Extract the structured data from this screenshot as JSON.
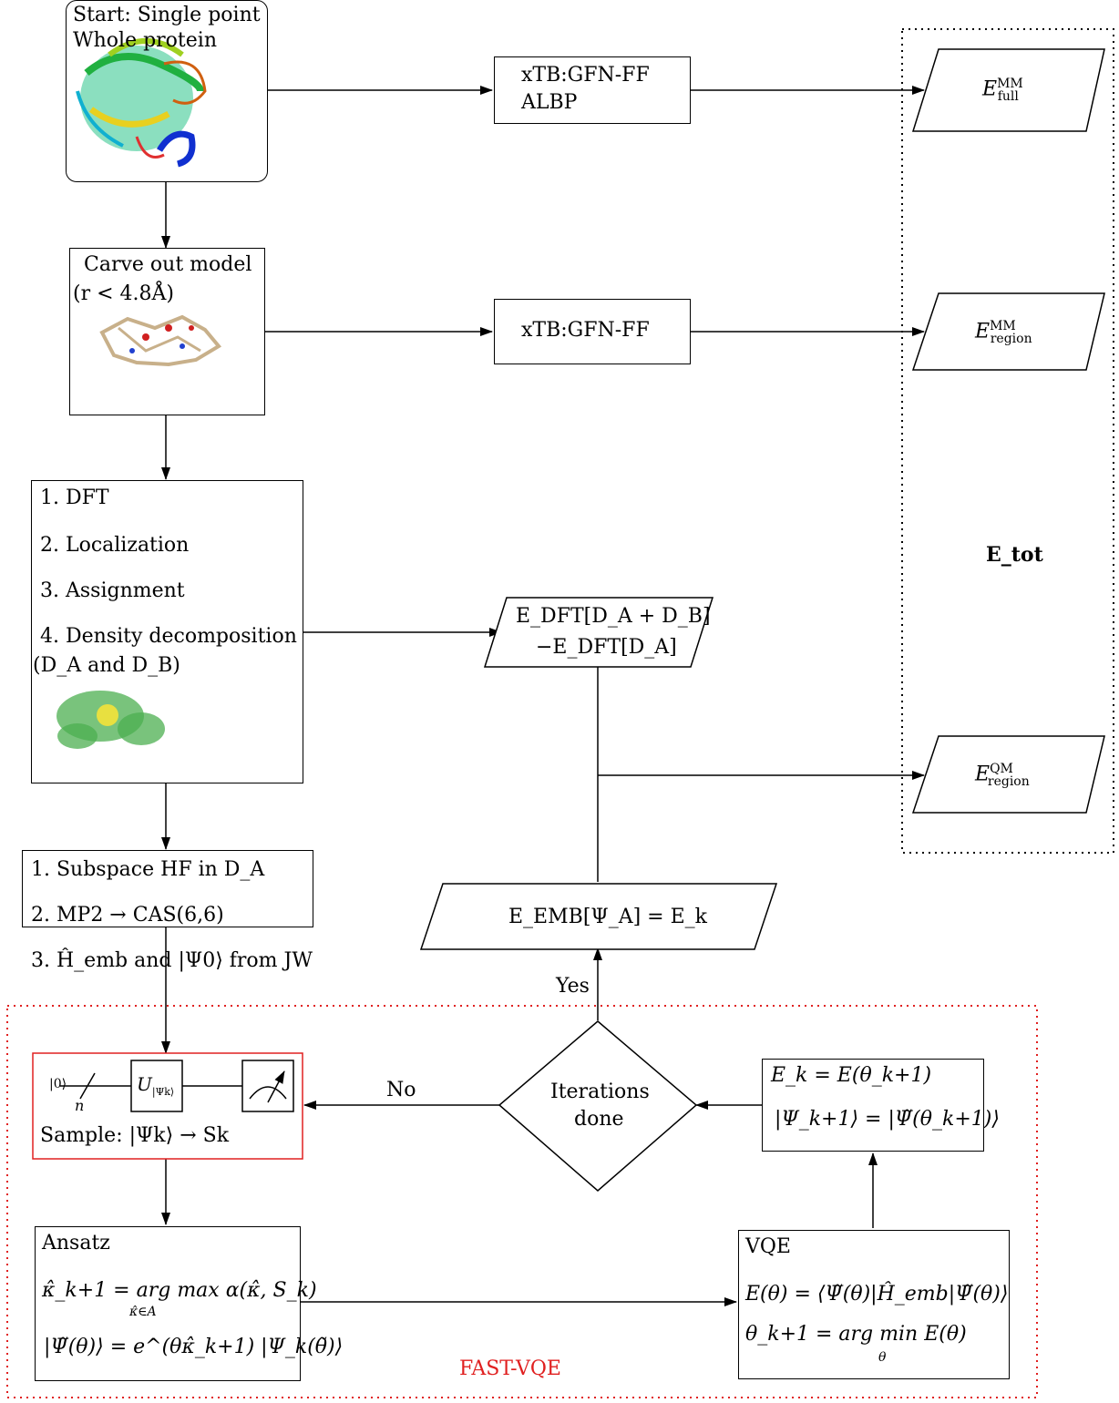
{
  "start": {
    "line1": "Start: Single point",
    "line2": "Whole protein"
  },
  "xtb_albp": {
    "line1": "xTB:GFN-FF",
    "line2": "ALBP"
  },
  "e_full": {
    "label": "E",
    "sup": "MM",
    "sub": "full"
  },
  "carve": {
    "line1": "Carve out model",
    "line2": "(r < 4.8Å)"
  },
  "xtb_region": {
    "label": "xTB:GFN-FF"
  },
  "e_region_mm": {
    "label": "E",
    "sup": "MM",
    "sub": "region"
  },
  "dft_steps": {
    "s1": "1.  DFT",
    "s2": "2.  Localization",
    "s3": "3.  Assignment",
    "s4": "4.  Density decomposition",
    "s5": "(D_A and D_B)"
  },
  "e_dft": {
    "line1": "E_DFT[D_A + D_B]",
    "line2": "−E_DFT[D_A]"
  },
  "e_tot": {
    "label": "E_tot"
  },
  "e_region_qm": {
    "label": "E",
    "sup": "QM",
    "sub": "region"
  },
  "subspace": {
    "s1": "1.  Subspace HF in D_A",
    "s2": "2.  MP2 → CAS(6,6)",
    "s3": "3.  Ĥ_emb and |Ψ0⟩ from JW"
  },
  "e_emb": {
    "label": "E_EMB[Ψ_A] = E_k"
  },
  "yes_label": "Yes",
  "no_label": "No",
  "decision": {
    "line1": "Iterations",
    "line2": "done"
  },
  "circuit": {
    "ket0": "|0⟩",
    "n": "n",
    "gate": "U",
    "gate_sub": "|Ψk⟩",
    "sample": "Sample:  |Ψk⟩   →   Sk"
  },
  "update": {
    "line1": "E_k = E(θ_k+1)",
    "line2": "|Ψ_k+1⟩ = |Ψ̃(θ_k+1)⟩"
  },
  "ansatz": {
    "title": "Ansatz",
    "line1": "κ̂_k+1 = arg max α(κ̂, S_k)",
    "line1_sub": "κ̂∈A",
    "line2": "|Ψ̃(θ)⟩ = e^(θκ̂_k+1) |Ψ_k(θ̃)⟩"
  },
  "vqe": {
    "title": "VQE",
    "line1": "E(θ) = ⟨Ψ̃(θ)|Ĥ_emb|Ψ̃(θ)⟩",
    "line2": "θ_k+1 = arg min E(θ)",
    "line2_sub": "θ"
  },
  "fast_vqe": {
    "label": "FAST-VQE",
    "color": "#e02020"
  },
  "colors": {
    "line": "#000000",
    "red": "#e02020",
    "protein_green": "#4caf50"
  }
}
